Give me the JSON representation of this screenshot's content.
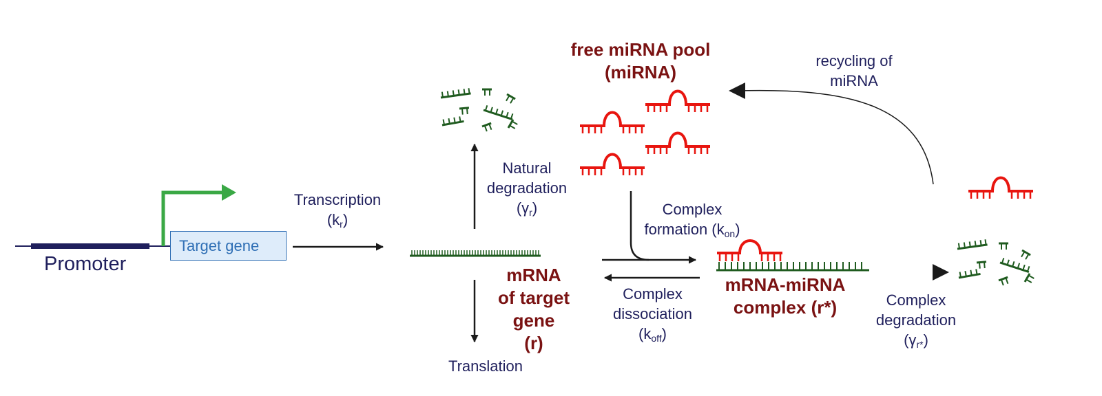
{
  "promoter": "Promoter",
  "target_gene": "Target gene",
  "transcription": {
    "label": "Transcription",
    "rate_base": "(k",
    "rate_sub": "r",
    "rate_end": ")"
  },
  "natural_degradation": {
    "line1": "Natural",
    "line2": "degradation",
    "rate_base": "(γ",
    "rate_sub": "r",
    "rate_end": ")"
  },
  "translation": "Translation",
  "mrna": {
    "line1": "mRNA",
    "line2": "of target",
    "line3": "gene",
    "line4": "(r)"
  },
  "free_mirna_pool": {
    "line1": "free miRNA pool",
    "line2": "(miRNA)"
  },
  "recycling": {
    "line1": "recycling of",
    "line2": "miRNA"
  },
  "complex_formation": {
    "line1": "Complex",
    "line2": "formation (k",
    "rate_sub": "on",
    "rate_end": ")"
  },
  "complex_dissociation": {
    "line1": "Complex",
    "line2": "dissociation",
    "rate_base": "(k",
    "rate_sub": "off",
    "rate_end": ")"
  },
  "complex": {
    "line1": "mRNA-miRNA",
    "line2": "complex (r*)"
  },
  "complex_degradation": {
    "line1": "Complex",
    "line2": "degradation",
    "rate_base": "(γ",
    "rate_sub": "r*",
    "rate_end": ")"
  },
  "colors": {
    "text": "#1f1f5c",
    "emphasis": "#7a1212",
    "mirna": "#e8150f",
    "mrna": "#1f5b1f",
    "promoter_arrow": "#3aa845",
    "gene_box": "#2f6fb5"
  }
}
